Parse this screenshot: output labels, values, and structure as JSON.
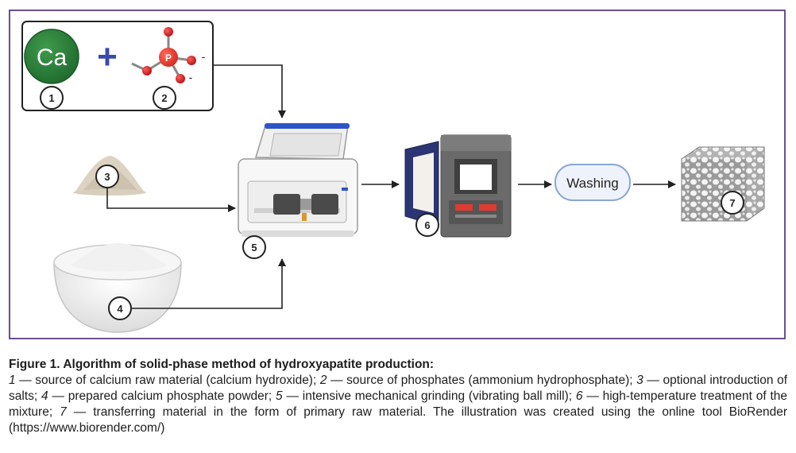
{
  "diagram": {
    "ca_label": "Ca",
    "plus_sign": "+",
    "phosphorus_label": "P",
    "charge_top": "-",
    "charge_bottom": "-",
    "washing_label": "Washing",
    "callouts": [
      "1",
      "2",
      "3",
      "4",
      "5",
      "6",
      "7"
    ],
    "colors": {
      "frame": "#6b4f93",
      "ca_circle": "#2f7d3c",
      "plus": "#3a4aa8",
      "phosphorus": "#e0302a",
      "oxygen": "#c9161c",
      "arrow": "#222222"
    },
    "icons": [
      "calcium-icon",
      "phosphate-molecule-icon",
      "salt-pile-icon",
      "powder-bowl-icon",
      "ball-mill-icon",
      "muffle-furnace-icon",
      "porous-block-icon"
    ]
  },
  "caption": {
    "title": "Figure 1. Algorithm of solid-phase method of hydroxyapatite production:",
    "items": [
      {
        "num": "1",
        "text": " — source of calcium raw material (calcium hydroxide); "
      },
      {
        "num": "2",
        "text": " — source of phosphates (ammonium hydrophosphate); "
      },
      {
        "num": "3",
        "text": " — optional introduction of salts; "
      },
      {
        "num": "4",
        "text": " — prepared calcium phosphate powder; "
      },
      {
        "num": "5",
        "text": " — intensive mechanical grinding (vibrating ball mill); "
      },
      {
        "num": "6",
        "text": " — high-temperature treatment of the mixture; "
      },
      {
        "num": "7",
        "text": " — transferring material in the form of primary raw material. "
      }
    ],
    "note": "The illustration was created using the online tool BioRender (https://www.biorender.com/)"
  }
}
